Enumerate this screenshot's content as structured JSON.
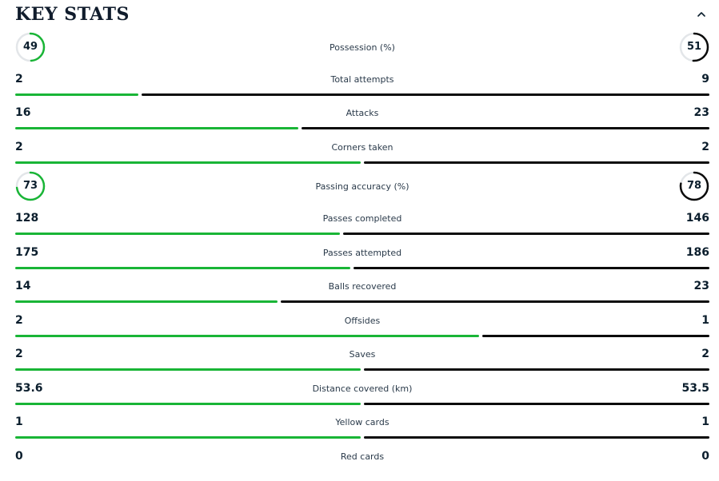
{
  "header": {
    "title": "KEY STATS",
    "collapse_icon": "chevron-up-icon"
  },
  "colors": {
    "home": "#19b536",
    "away": "#0b0b0b",
    "track": "#e3e6e9"
  },
  "stats": [
    {
      "type": "ring",
      "label": "Possession (%)",
      "left": "49",
      "right": "51",
      "left_share": 0.49
    },
    {
      "type": "bar",
      "label": "Total attempts",
      "left": "2",
      "right": "9",
      "left_share": 0.18
    },
    {
      "type": "bar",
      "label": "Attacks",
      "left": "16",
      "right": "23",
      "left_share": 0.41
    },
    {
      "type": "bar",
      "label": "Corners taken",
      "left": "2",
      "right": "2",
      "left_share": 0.5
    },
    {
      "type": "ring",
      "label": "Passing accuracy (%)",
      "left": "73",
      "right": "78",
      "left_share": 0.73,
      "right_share": 0.78
    },
    {
      "type": "bar",
      "label": "Passes completed",
      "left": "128",
      "right": "146",
      "left_share": 0.47
    },
    {
      "type": "bar",
      "label": "Passes attempted",
      "left": "175",
      "right": "186",
      "left_share": 0.485
    },
    {
      "type": "bar",
      "label": "Balls recovered",
      "left": "14",
      "right": "23",
      "left_share": 0.38
    },
    {
      "type": "bar",
      "label": "Offsides",
      "left": "2",
      "right": "1",
      "left_share": 0.67
    },
    {
      "type": "bar",
      "label": "Saves",
      "left": "2",
      "right": "2",
      "left_share": 0.5
    },
    {
      "type": "bar",
      "label": "Distance covered (km)",
      "left": "53.6",
      "right": "53.5",
      "left_share": 0.5
    },
    {
      "type": "bar",
      "label": "Yellow cards",
      "left": "1",
      "right": "1",
      "left_share": 0.5
    },
    {
      "type": "bar",
      "label": "Red cards",
      "left": "0",
      "right": "0",
      "left_share": 0.5
    }
  ]
}
